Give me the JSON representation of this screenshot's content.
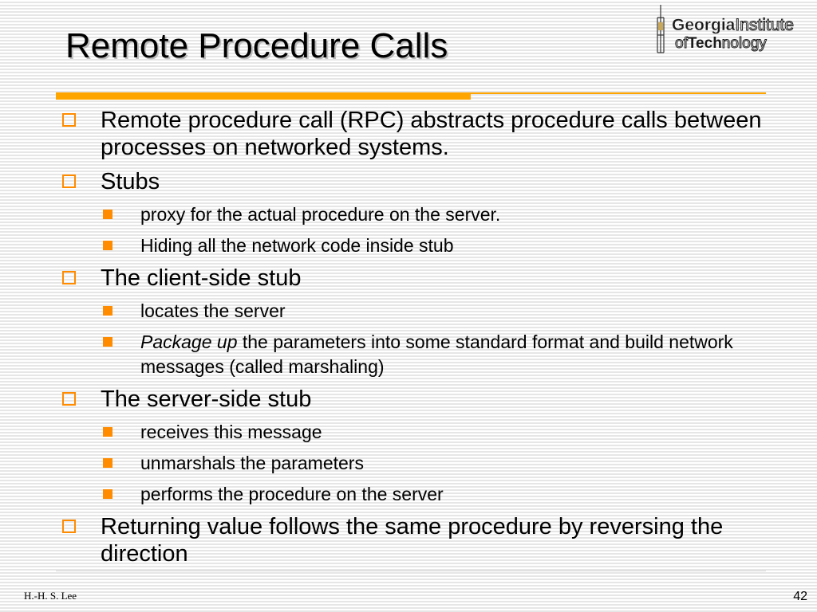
{
  "slide": {
    "title": "Remote Procedure Calls",
    "logo": {
      "line1_bold": "Georgia",
      "line1_rest": "Institute",
      "line2_prefix": "of",
      "line2_bold": "Tech",
      "line2_rest": "nology"
    },
    "bullets": [
      {
        "text": "Remote procedure call (RPC) abstracts procedure calls between processes on networked systems."
      },
      {
        "text": "Stubs"
      },
      {
        "text": "proxy for the actual procedure on the server."
      },
      {
        "text": "Hiding all the network code inside stub"
      },
      {
        "text": "The client-side stub"
      },
      {
        "text": "locates the server"
      },
      {
        "italic": "Package up",
        "text": " the parameters into some standard format and build network messages (called marshaling)"
      },
      {
        "text": "The server-side stub"
      },
      {
        "text": "receives this message"
      },
      {
        "text": "unmarshals the parameters"
      },
      {
        "text": "performs the procedure on the server"
      },
      {
        "text": "Returning value follows the same procedure by reversing the direction"
      }
    ],
    "footer": {
      "author": "H.-H. S. Lee",
      "page": "42"
    },
    "colors": {
      "accent": "#ffa500",
      "bullet": "#ff8c00"
    }
  }
}
